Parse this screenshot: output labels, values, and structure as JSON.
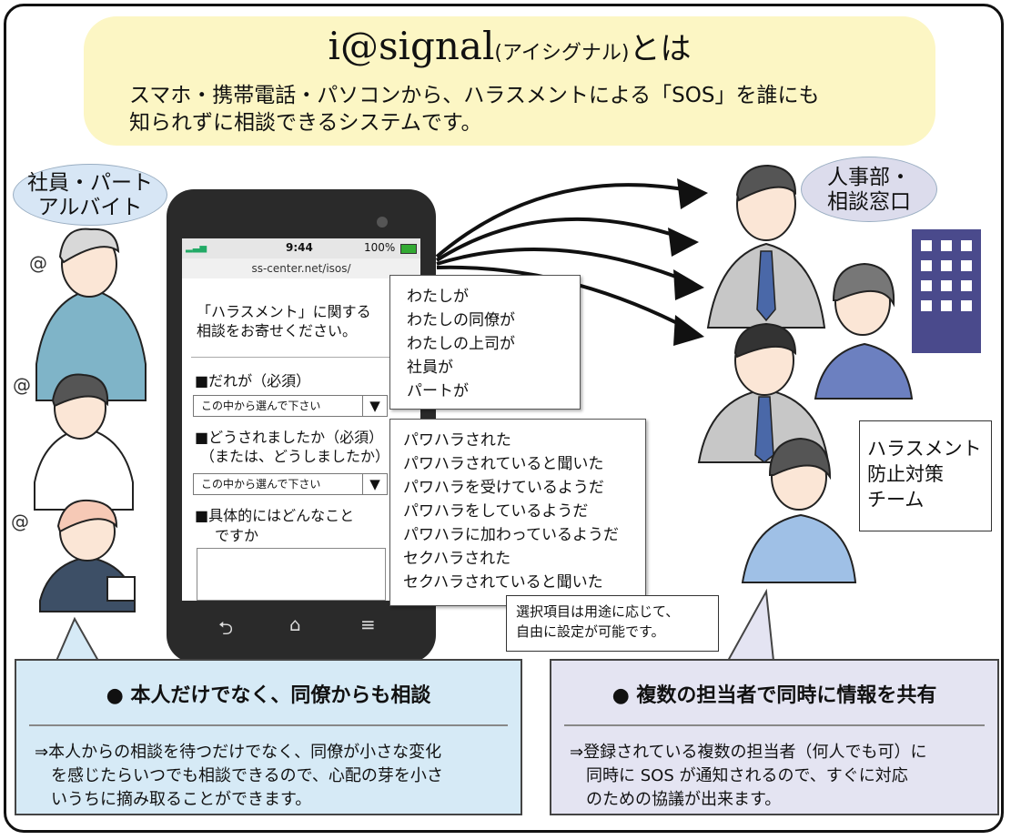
{
  "title": {
    "brand": "i@signal",
    "kana": "(アイシグナル)",
    "suffix": "とは"
  },
  "description": {
    "line1": "スマホ・携帯電話・パソコンから、ハラスメントによる「SOS」を誰にも",
    "line2": "知られずに相談できるシステムです。"
  },
  "left_label": {
    "line1": "社員・パート",
    "line2": "アルバイト"
  },
  "right_label": {
    "line1": "人事部・",
    "line2": "相談窓口"
  },
  "phone": {
    "time": "9:44",
    "battery": "100%",
    "url": "ss-center.net/isos/",
    "intro1": "「ハラスメント」に関する",
    "intro2": "相談をお寄せください。",
    "q1": "■だれが（必須）",
    "q2a": "■どうされましたか（必須）",
    "q2b": "（または、どうしましたか）",
    "q3a": "■具体的にはどんなこと",
    "q3b": "ですか",
    "select_placeholder": "この中から選んで下さい",
    "nav_back": "⮌",
    "nav_home": "⌂",
    "nav_menu": "≡"
  },
  "who_options": [
    "わたしが",
    "わたしの同僚が",
    "わたしの上司が",
    "社員が",
    "パートが"
  ],
  "what_options": [
    "パワハラされた",
    "パワハラされていると聞いた",
    "パワハラを受けているようだ",
    "パワハラをしているようだ",
    "パワハラに加わっているようだ",
    "セクハラされた",
    "セクハラされていると聞いた"
  ],
  "note": {
    "line1": "選択項目は用途に応じて、",
    "line2": "自由に設定が可能です。"
  },
  "team": {
    "line1": "ハラスメント",
    "line2": "防止対策",
    "line3": "チーム"
  },
  "box_left": {
    "heading": "● 本人だけでなく、同僚からも相談",
    "body1": "⇒本人からの相談を待つだけでなく、同僚が小さな変化",
    "body2": "　を感じたらいつでも相談できるので、心配の芽を小さ",
    "body3": "　いうちに摘み取ることができます。"
  },
  "box_right": {
    "heading": "● 複数の担当者で同時に情報を共有",
    "body1": "⇒登録されている複数の担当者（何人でも可）に",
    "body2": "　同時に SOS が通知されるので、すぐに対応",
    "body3": "　のための協議が出来ます。"
  },
  "colors": {
    "banner": "#fcf6c4",
    "box_left": "#d6eaf6",
    "box_right": "#e4e4f2",
    "building": "#4a4a8c",
    "arrow_red": "#e02020"
  }
}
